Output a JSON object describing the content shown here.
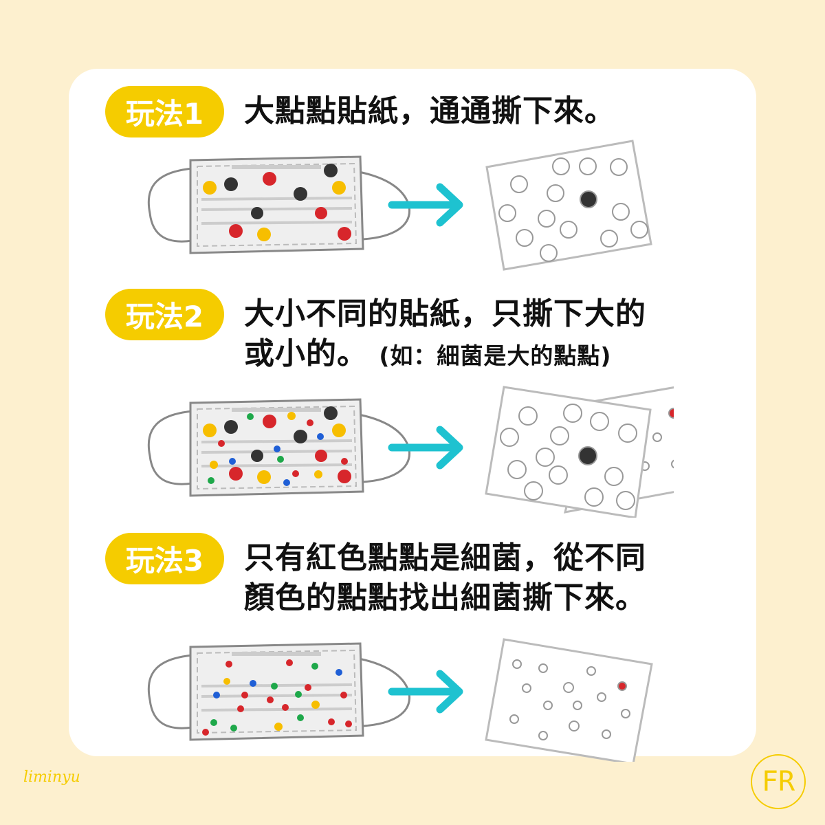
{
  "sections": [
    {
      "badge": "玩法1",
      "line1": "大點點貼紙，通通撕下來。",
      "line2": ""
    },
    {
      "badge": "玩法2",
      "line1": "大小不同的貼紙，只撕下大的",
      "line2": "或小的。",
      "note": "(如：細菌是大的點點)"
    },
    {
      "badge": "玩法3",
      "line1": "只有紅色點點是細菌，從不同",
      "line2": "顏色的點點找出細菌撕下來。"
    }
  ],
  "brand": {
    "left_logo": "liminyu",
    "right_logo": "FR"
  },
  "colors": {
    "background": "#fdf0cf",
    "badge": "#f5cc00",
    "arrow": "#1ec2d0",
    "red": "#d7262b",
    "black": "#333333",
    "yellow": "#f7be00",
    "blue": "#1f5fd6",
    "green": "#1ea84a"
  }
}
